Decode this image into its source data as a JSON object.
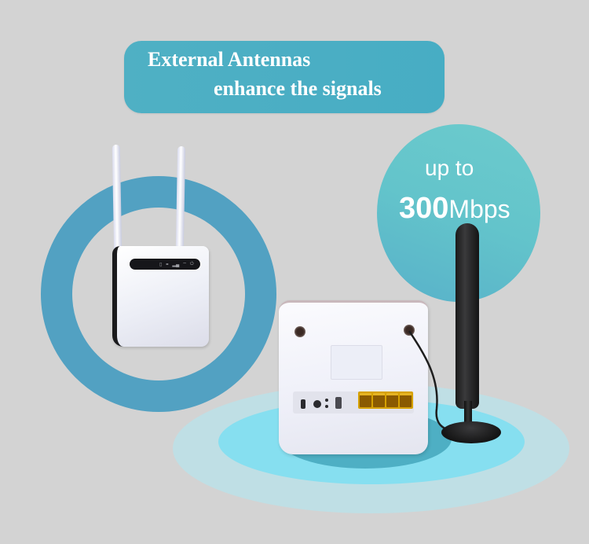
{
  "banner": {
    "line1": "External Antennas",
    "line2": "enhance the signals",
    "color": "#4aaec4"
  },
  "speed_badge": {
    "prefix": "up to",
    "value": "300",
    "unit": "Mbps",
    "color": "#66c8cc"
  },
  "products": {
    "front_router": {
      "antenna_count": 2,
      "led_icons": [
        "signal-icon",
        "link-icon",
        "network-bars-icon",
        "wifi-icon",
        "power-icon"
      ]
    },
    "back_router": {
      "ports": [
        "usb-c-port",
        "dc-power-port",
        "reset-button",
        "usb-port",
        "lan-port-1",
        "lan-port-2",
        "lan-port-3",
        "lan-port-4"
      ],
      "lan_port_color": "#d6a100"
    },
    "external_antenna": {
      "type": "magnetic-base-antenna",
      "color": "#1f1f1f"
    }
  },
  "colors": {
    "background": "#d3d3d3",
    "ring": "#52a1c2",
    "floor_outer": "#bfdfe5",
    "floor_inner": "#86dff0"
  }
}
